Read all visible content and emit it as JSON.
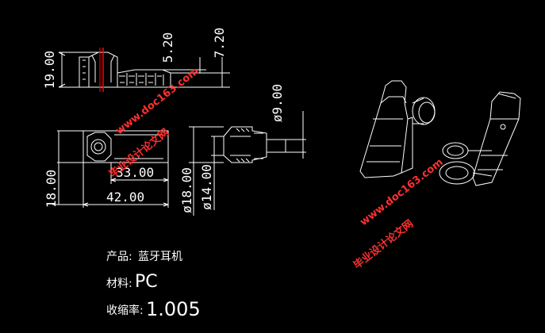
{
  "drawing": {
    "dimensions": {
      "d_19_00": "19.00",
      "d_5_20": "5.20",
      "d_7_20": "7.20",
      "d_33_00": "33.00",
      "d_42_00": "42.00",
      "d_18_00_left": "18.00",
      "d_dia_18_00": "ø18.00",
      "d_dia_14_00": "ø14.00",
      "d_dia_9_00": "ø9.00"
    },
    "info": {
      "product_label": "产品:",
      "product_value": "蓝牙耳机",
      "material_label": "材料:",
      "material_value": "PC",
      "shrink_label": "收缩率:",
      "shrink_value": "1.005"
    },
    "watermarks": {
      "url": "www.doc163.com",
      "cn": "毕业设计论文网"
    },
    "colors": {
      "background": "#000000",
      "lines": "#ffffff",
      "watermark": "#ff3030",
      "centerline": "#ff0000"
    }
  }
}
